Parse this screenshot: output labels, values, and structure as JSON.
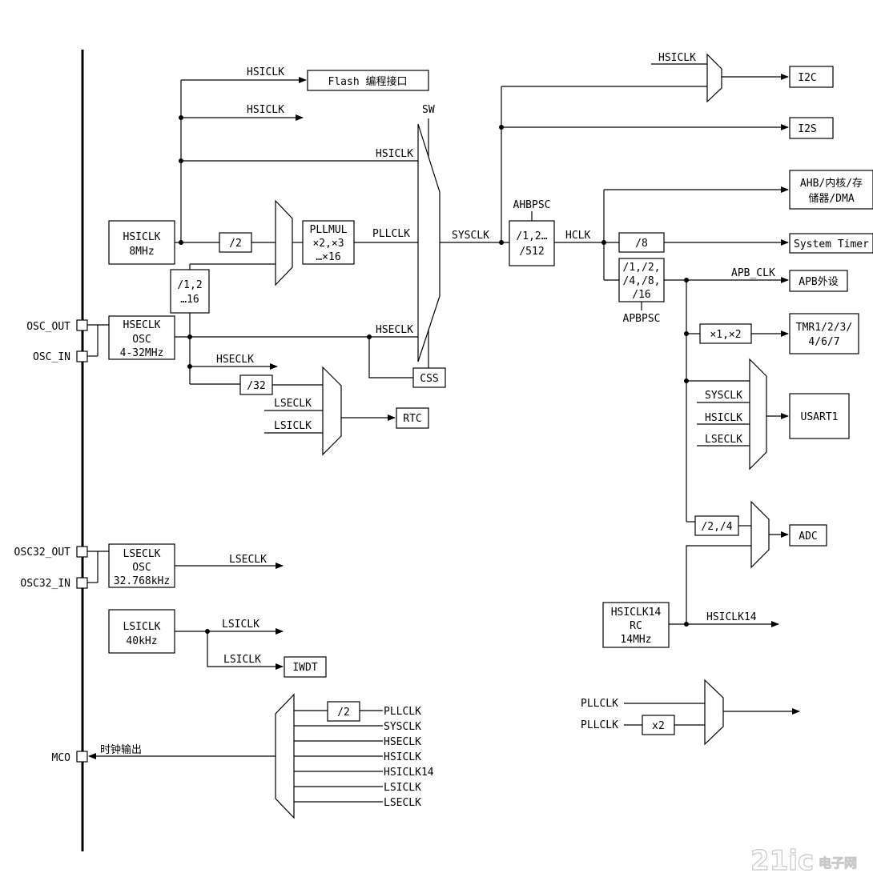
{
  "labels": {
    "hsiclk": "HSICLK",
    "flash_box": "Flash 编程接口",
    "hsiclk_osc_name": "HSICLK",
    "hsiclk_osc_freq": "8MHz",
    "div2": "/2",
    "pllmul_1": "PLLMUL",
    "pllmul_2": "×2,×3",
    "pllmul_3": "…×16",
    "pllclk": "PLLCLK",
    "sw": "SW",
    "sysclk": "SYSCLK",
    "ahbpsc": "AHBPSC",
    "ahb_div_1": "/1,2…",
    "ahb_div_2": "/512",
    "hclk": "HCLK",
    "div8": "/8",
    "system_timer": "System Timer",
    "ahb_core_1": "AHB/内核/存",
    "ahb_core_2": "储器/DMA",
    "i2c": "I2C",
    "i2s": "I2S",
    "apb_div_1": "/1,/2,",
    "apb_div_2": "/4,/8,",
    "apb_div_3": "/16",
    "apbpsc": "APBPSC",
    "apb_clk": "APB_CLK",
    "apb_periph": "APB外设",
    "x1x2": "×1,×2",
    "tmr_1": "TMR1/2/3/",
    "tmr_2": "4/6/7",
    "usart1": "USART1",
    "lseclk": "LSECLK",
    "lsiclk": "LSICLK",
    "hseclk": "HSECLK",
    "div24": "/2,/4",
    "adc": "ADC",
    "hsiclk14_1": "HSICLK14",
    "hsiclk14_2": "RC",
    "hsiclk14_3": "14MHz",
    "hsiclk14": "HSICLK14",
    "prediv_1": "/1,2",
    "prediv_2": "…16",
    "hse_osc_1": "HSECLK",
    "hse_osc_2": "OSC",
    "hse_osc_3": "4-32MHz",
    "div32": "/32",
    "rtc": "RTC",
    "css": "CSS",
    "osc_out": "OSC_OUT",
    "osc_in": "OSC_IN",
    "osc32_out": "OSC32_OUT",
    "osc32_in": "OSC32_IN",
    "lse_osc_1": "LSECLK",
    "lse_osc_2": "OSC",
    "lse_osc_3": "32.768kHz",
    "lsi_osc_1": "LSICLK",
    "lsi_osc_2": "40kHz",
    "iwdt": "IWDT",
    "mco": "MCO",
    "clock_output": "时钟输出",
    "x2": "x2",
    "watermark_1": "21ic",
    "watermark_2": "电子网"
  }
}
